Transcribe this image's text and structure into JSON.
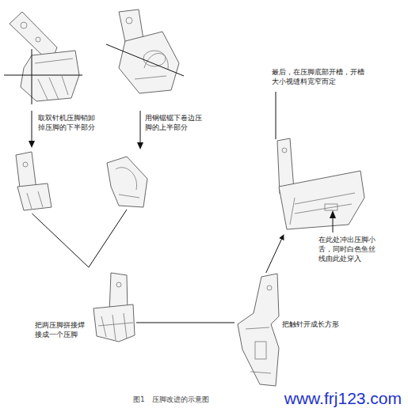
{
  "diagram": {
    "caption": "图1　压脚改进的示意图",
    "nodes": [
      {
        "text": [
          "取双针机压脚销卸掉压脚的下半部分"
        ]
      },
      {
        "text": [
          "用钢锯锯下卷边压脚的上半部分"
        ]
      },
      {
        "text": [
          "把两压脚拼接焊接成一个压脚"
        ]
      },
      {
        "text": [
          "把触针开成长方形"
        ]
      },
      {
        "text": [
          "最后，在压脚底部开槽，开槽大小视缝料宽窄而定"
        ]
      }
    ],
    "edges": [
      {
        "from": 0,
        "to": 2,
        "arrow": "none"
      },
      {
        "from": 1,
        "to": 2,
        "arrow": "none"
      },
      {
        "from": 2,
        "to": 3,
        "arrow": "none"
      },
      {
        "from": 3,
        "to": 4,
        "arrow": "to"
      }
    ],
    "labels": [
      "在此处冲出压脚小舌，同时白色鱼丝线由此处穿入",
      "www.frj123.com"
    ]
  }
}
